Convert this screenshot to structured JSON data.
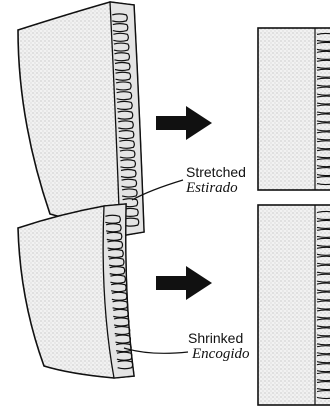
{
  "panels": {
    "stretched": {
      "label_en": "Stretched",
      "label_es": "Estirado"
    },
    "shrinked": {
      "label_en": "Shrinked",
      "label_es": "Encogido"
    }
  },
  "colors": {
    "fabric_fill": "#ececec",
    "ink": "#111111",
    "background": "#ffffff"
  },
  "icons": [
    "right-arrow-icon",
    "leader-line"
  ]
}
